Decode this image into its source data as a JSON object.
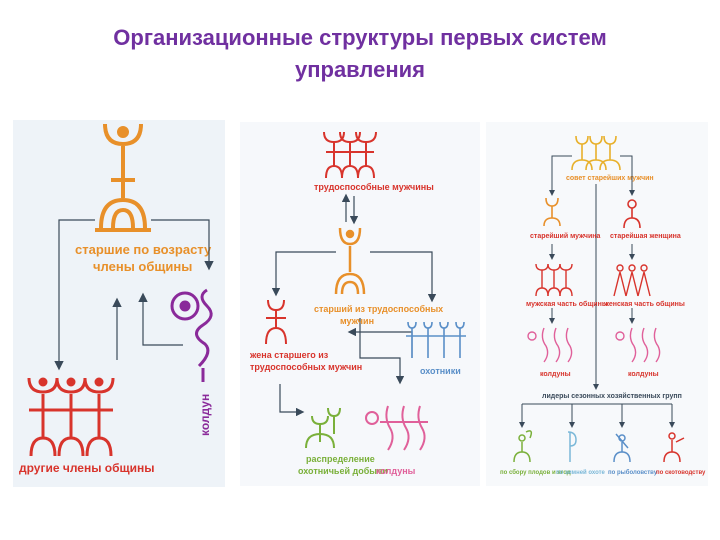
{
  "title": {
    "line1": "Организационные структуры первых систем",
    "line2": "управления"
  },
  "colors": {
    "title": "#7030a0",
    "orange": "#e8902a",
    "red": "#d8342c",
    "purple": "#8a2a9a",
    "blue": "#5a8fc8",
    "green": "#7ab03a",
    "lightblue": "#7ab8d8",
    "pink": "#e0609a",
    "arrow": "#3a4a5a"
  },
  "diagram1": {
    "elders": "старшие по возрасту члены общины",
    "elders_l1": "старшие по возрасту",
    "elders_l2": "члены общины",
    "others": "другие члены общины",
    "shaman": "колдун"
  },
  "diagram2": {
    "able_men": "трудоспособные мужчины",
    "leader_l1": "старший из трудоспособных",
    "leader_l2": "мужчин",
    "wife_l1": "жена старшего из",
    "wife_l2": "трудоспособных мужчин",
    "hunters": "охотники",
    "distribution_l1": "распределение",
    "distribution_l2": "охотничьей добычи",
    "shamans": "колдуны"
  },
  "diagram3": {
    "council": "совет старейших мужчин",
    "elder_man": "старейший мужчина",
    "elder_woman": "старейшая женщина",
    "male_part": "мужская часть общины",
    "female_part": "женская часть общины",
    "shamans_left": "колдуны",
    "shamans_right": "колдуны",
    "leaders": "лидеры сезонных хозяйственных групп",
    "g1": "по сбору плодов и ягод",
    "g2": "по зимней охоте",
    "g3": "по рыболовству",
    "g4": "по скотоводству"
  }
}
